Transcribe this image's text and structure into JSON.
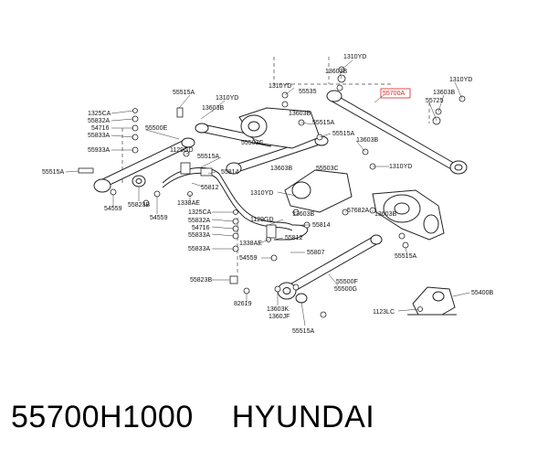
{
  "caption": {
    "part_number": "55700H1000",
    "brand": "HYUNDAI"
  },
  "highlight_color": "#dd2222",
  "callouts": {
    "c1": "1310YD",
    "c2": "13603B",
    "c3": "1310YD",
    "c4": "55535",
    "c5": "55700A",
    "c6": "13603B",
    "c7": "1310YD",
    "c8": "55725",
    "c9": "55515A",
    "c10": "1310YD",
    "c11": "13603B",
    "c12": "13603B",
    "c13": "55515A",
    "c14": "1325CA",
    "c15": "55832A",
    "c16": "54716",
    "c17": "55833A",
    "c18": "55500E",
    "c19": "55503C",
    "c20": "55515A",
    "c21": "13603B",
    "c22": "55933A",
    "c23": "1129GD",
    "c24": "55515A",
    "c25": "55814",
    "c26": "13603B",
    "c27": "55503C",
    "c28": "1310YD",
    "c29": "55515A",
    "c30": "55812",
    "c31": "54559",
    "c32": "55823B",
    "c33": "54559",
    "c34": "1338AE",
    "c35": "1310YD",
    "c36": "13603B",
    "c37": "57682A",
    "c38": "13603B",
    "c39": "1325CA",
    "c40": "55832A",
    "c41": "54716",
    "c42": "55833A",
    "c43": "1129GD",
    "c44": "55814",
    "c45": "1338AE",
    "c46": "55812",
    "c47": "55833A",
    "c48": "55807",
    "c49": "54559",
    "c50": "55515A",
    "c51": "55823B",
    "c52": "55500F",
    "c53": "55500G",
    "c54": "55400B",
    "c55": "82619",
    "c56": "13603K",
    "c57": "1360JF",
    "c58": "1123LC",
    "c59": "55515A"
  }
}
